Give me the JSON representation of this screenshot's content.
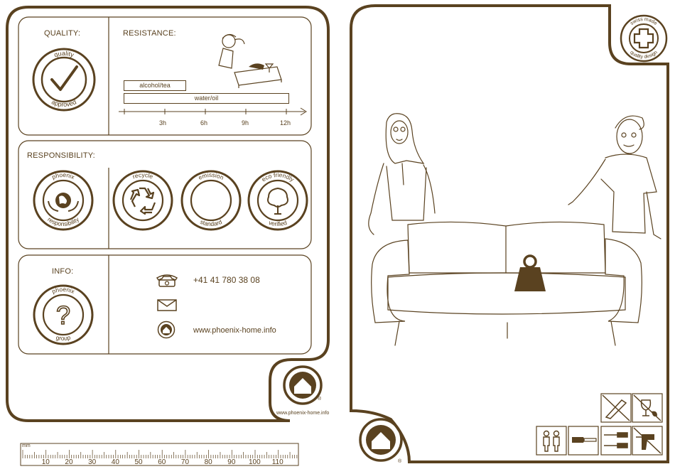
{
  "quality": {
    "heading": "QUALITY:",
    "badge_top": "quality",
    "badge_bottom": "approved"
  },
  "resistance": {
    "heading": "RESISTANCE:",
    "bar1": "alcohol/tea",
    "bar2": "water/oil",
    "ticks": [
      "3h",
      "6h",
      "9h",
      "12h"
    ]
  },
  "responsibility": {
    "heading": "RESPONSIBILITY:",
    "badges": [
      {
        "top": "phoenix",
        "bottom": "responsibility",
        "icon": "earth-hands-icon"
      },
      {
        "top": "recycle",
        "bottom": "",
        "icon": "recycle-icon"
      },
      {
        "top": "emission",
        "bottom": "standard",
        "icon": "empty-circle"
      },
      {
        "top": "eco friendly",
        "bottom": "verified",
        "icon": "tree-icon"
      }
    ]
  },
  "info": {
    "heading": "INFO:",
    "badge_top": "phoenix",
    "badge_bottom": "group",
    "phone": "+41 41 780 38 08",
    "website": "www.phoenix-home.info"
  },
  "footer": {
    "url_small": "www.phoenix-home.info",
    "registered": "®"
  },
  "swiss_badge": {
    "top": "swiss made",
    "bottom": "quality design"
  },
  "ruler": {
    "unit": "mm",
    "labels": [
      "10",
      "20",
      "30",
      "40",
      "50",
      "60",
      "70",
      "80",
      "90",
      "100",
      "110"
    ]
  },
  "colors": {
    "brand": "#5a4220"
  }
}
